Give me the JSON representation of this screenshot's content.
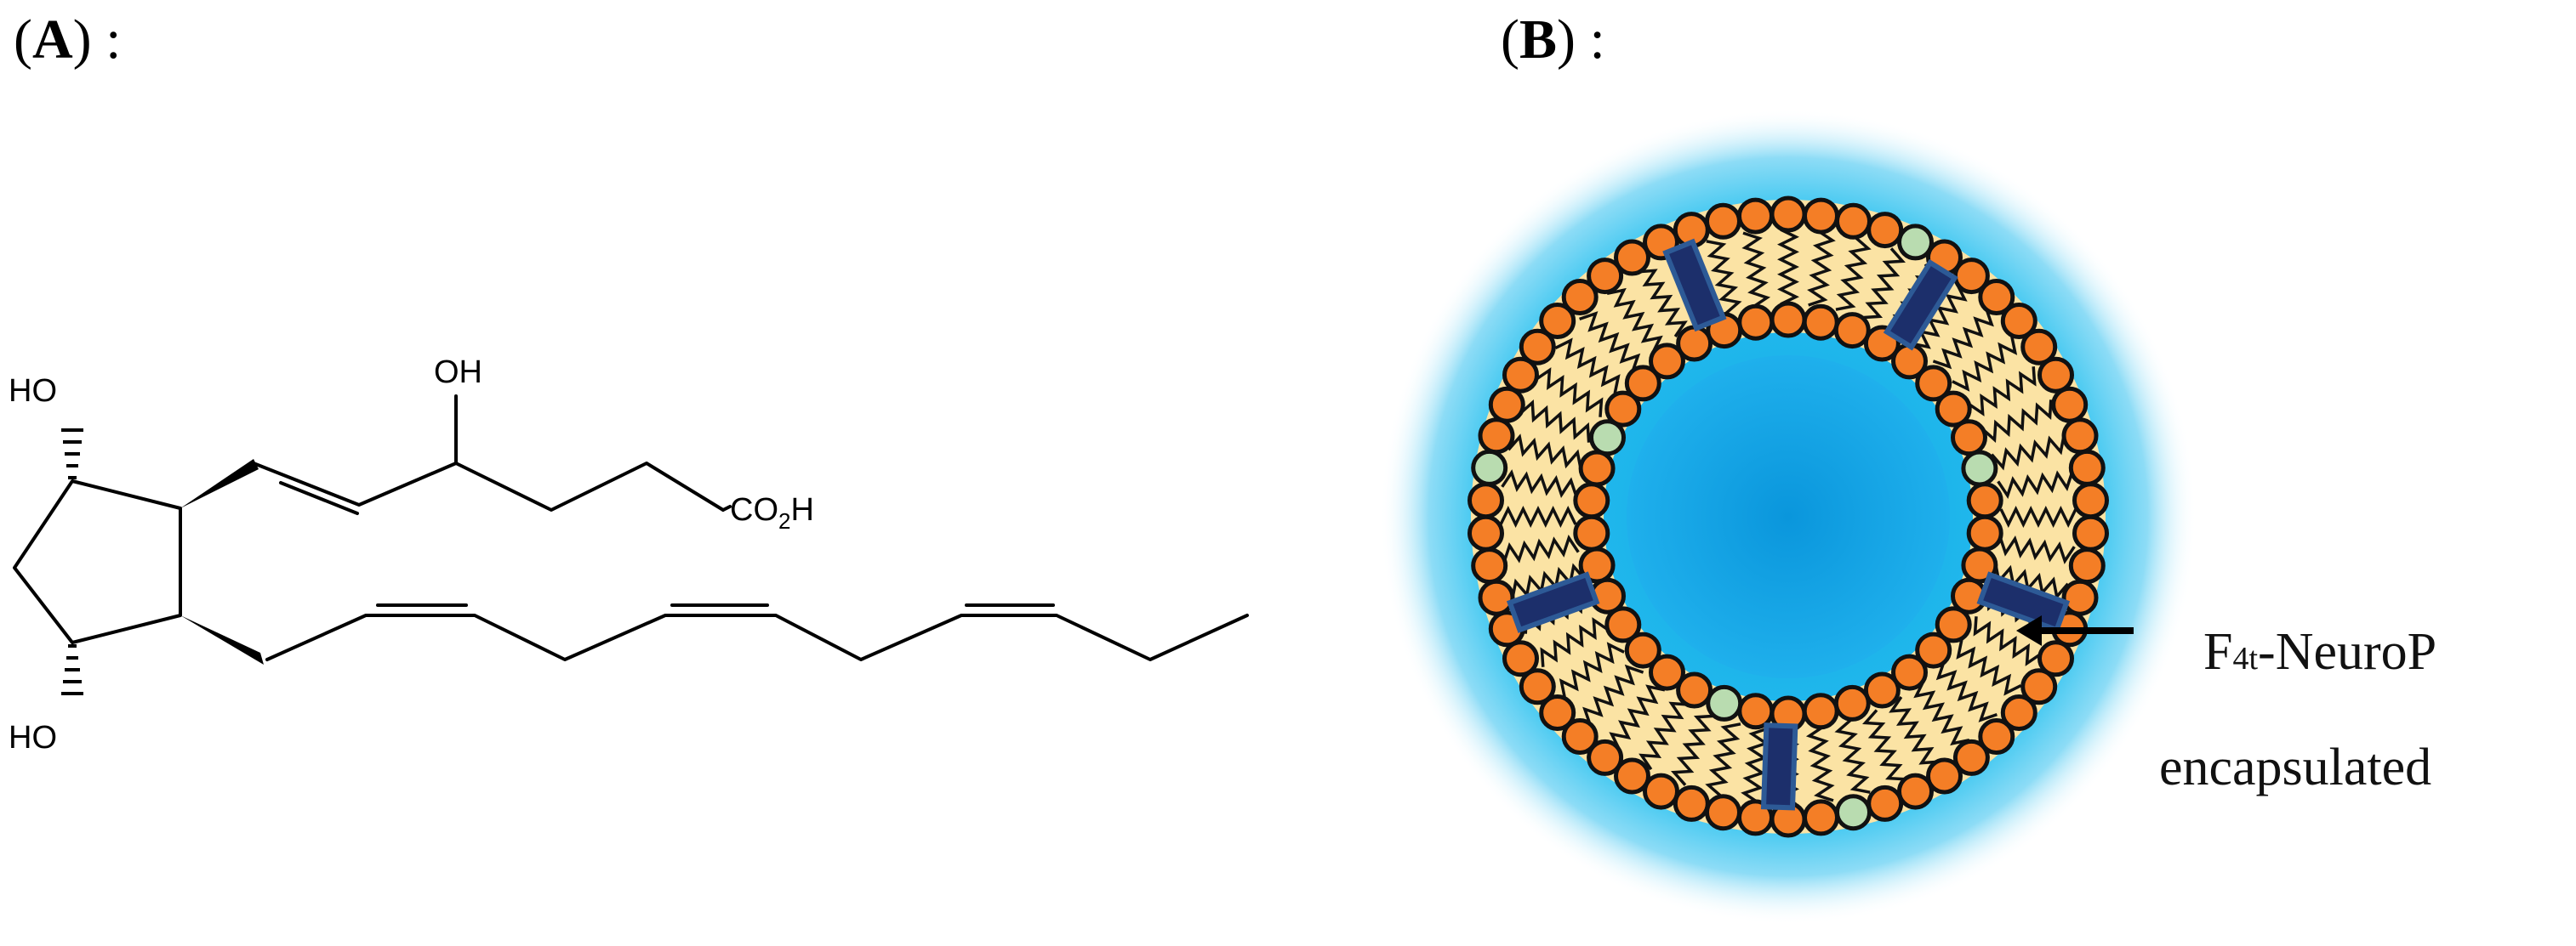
{
  "panels": {
    "a": {
      "open": "(",
      "letter": "A",
      "close": ") :"
    },
    "b": {
      "open": "(",
      "letter": "B",
      "close": ") :"
    }
  },
  "molecule": {
    "oh_top": "OH",
    "oh_left_upper": "HO",
    "oh_left_lower": "HO",
    "acid_co": "CO",
    "acid_sub": "2",
    "acid_h": "H"
  },
  "annotation": {
    "prefix": "F",
    "subscript": "4t",
    "suffix": "-NeuroP",
    "line2": "encapsulated"
  },
  "colors": {
    "halo": "#29c1ef",
    "core": "#0e9ee0",
    "lipid_head": "#f47e26",
    "lipid_head_alt": "#b9dcb0",
    "bilayer_fill": "#fbe3a4",
    "drug_rect": "#1c2f6b",
    "drug_border": "#2d5a96"
  }
}
